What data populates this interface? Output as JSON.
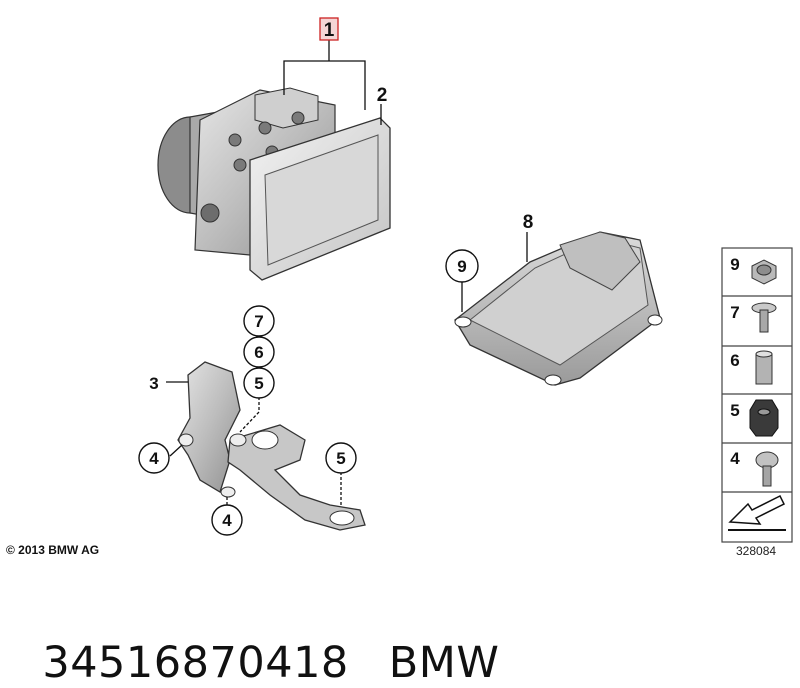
{
  "diagram": {
    "callouts": {
      "c1": "1",
      "c2": "2",
      "c3": "3",
      "c4a": "4",
      "c4b": "4",
      "c5a": "5",
      "c5b": "5",
      "c6": "6",
      "c7": "7",
      "c8": "8",
      "c9": "9"
    },
    "legend": {
      "items": [
        "9",
        "7",
        "6",
        "5",
        "4"
      ]
    },
    "copyright": "© 2013 BMW AG",
    "doc_number": "328084"
  },
  "caption": {
    "part_number": "34516870418",
    "brand": "BMW"
  }
}
